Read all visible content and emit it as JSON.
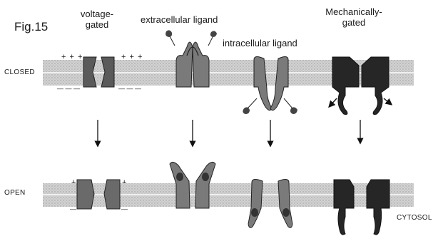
{
  "figure_label": "Fig.15",
  "headers": {
    "voltage_line1": "voltage-",
    "voltage_line2": "gated",
    "extracellular": "extracellular ligand",
    "intracellular": "intracellular ligand",
    "mechanical_line1": "Mechanically-",
    "mechanical_line2": "gated"
  },
  "row_labels": {
    "closed": "CLOSED",
    "open": "OPEN"
  },
  "side_labels": {
    "cytosol": "CYTOSOL"
  },
  "charges": {
    "closed_top": "+ + +",
    "closed_bottom": "— — —",
    "open_top": "+",
    "open_bottom": "—"
  },
  "colors": {
    "membrane": "#c9c9c9",
    "channel_dark": "#555555",
    "channel_mid": "#7a7a7a",
    "channel_black": "#262626",
    "outline": "#222222"
  }
}
